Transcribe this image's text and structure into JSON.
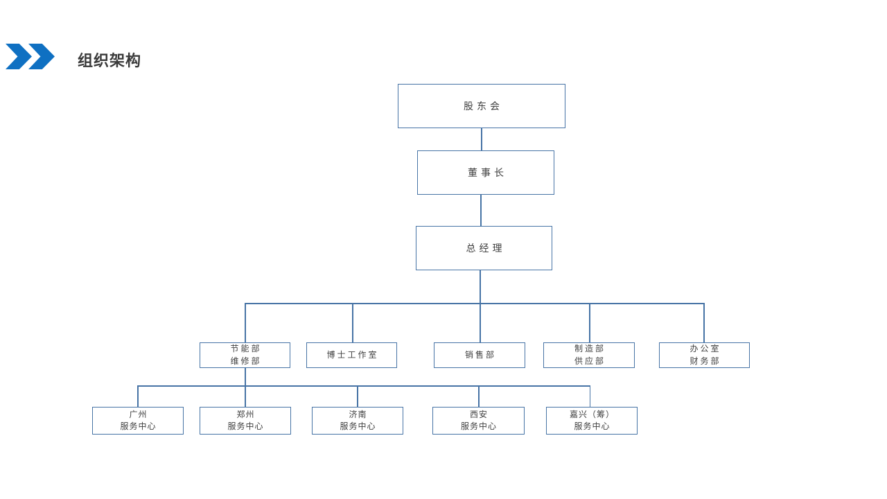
{
  "slide": {
    "title": "组织架构",
    "accent_color": "#0f70c2",
    "line_color": "#4673a5",
    "text_color": "#404040",
    "background_color": "#ffffff"
  },
  "org": {
    "level1": {
      "label": "股东会"
    },
    "level2": {
      "label": "董事长"
    },
    "level3": {
      "label": "总经理"
    },
    "level4": [
      {
        "line1": "节能部",
        "line2": "维修部"
      },
      {
        "line1": "博士工作室"
      },
      {
        "line1": "销售部"
      },
      {
        "line1": "制造部",
        "line2": "供应部"
      },
      {
        "line1": "办公室",
        "line2": "财务部"
      }
    ],
    "level5": [
      {
        "line1": "广州",
        "line2": "服务中心"
      },
      {
        "line1": "郑州",
        "line2": "服务中心"
      },
      {
        "line1": "济南",
        "line2": "服务中心"
      },
      {
        "line1": "西安",
        "line2": "服务中心"
      },
      {
        "line1": "嘉兴（筹）",
        "line2": "服务中心"
      }
    ]
  }
}
